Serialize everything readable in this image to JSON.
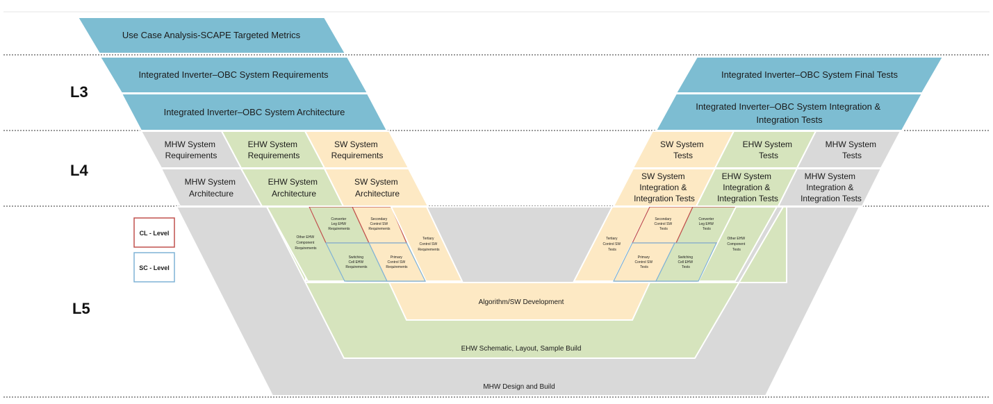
{
  "levels": {
    "l3": "L3",
    "l4": "L4",
    "l5": "L5"
  },
  "legend": {
    "cl": "CL - Level",
    "sc": "SC - Level"
  },
  "top": {
    "use_case": "Use Case Analysis-SCAPE Targeted Metrics",
    "sys_req": "Integrated Inverter–OBC System Requirements",
    "sys_arch": "Integrated Inverter–OBC System Architecture",
    "final_tests": "Integrated Inverter–OBC System Final Tests",
    "integ_tests_1": "Integrated Inverter–OBC System Integration &",
    "integ_tests_2": "Integration Tests"
  },
  "l4_left": {
    "mhw_req_1": "MHW System",
    "mhw_req_2": "Requirements",
    "ehw_req_1": "EHW System",
    "ehw_req_2": "Requirements",
    "sw_req_1": "SW System",
    "sw_req_2": "Requirements",
    "mhw_arch_1": "MHW System",
    "mhw_arch_2": "Architecture",
    "ehw_arch_1": "EHW System",
    "ehw_arch_2": "Architecture",
    "sw_arch_1": "SW System",
    "sw_arch_2": "Architecture"
  },
  "l4_right": {
    "sw_tests_1": "SW System",
    "sw_tests_2": "Tests",
    "ehw_tests_1": "EHW System",
    "ehw_tests_2": "Tests",
    "mhw_tests_1": "MHW System",
    "mhw_tests_2": "Tests",
    "sw_integ_1": "SW System",
    "sw_integ_2": "Integration &",
    "sw_integ_3": "Integration Tests",
    "ehw_integ_1": "EHW System",
    "ehw_integ_2": "Integration &",
    "ehw_integ_3": "Integration Tests",
    "mhw_integ_1": "MHW System",
    "mhw_integ_2": "Integration &",
    "mhw_integ_3": "Integration Tests"
  },
  "l5_left": {
    "other_ehw_1": "Other EHW",
    "other_ehw_2": "Component",
    "other_ehw_3": "Requirements",
    "conv_leg_1": "Converter",
    "conv_leg_2": "Leg EHW",
    "conv_leg_3": "Requirements",
    "sec_ctrl_1": "Secondary",
    "sec_ctrl_2": "Control SW",
    "sec_ctrl_3": "Requirements",
    "tert_ctrl_1": "Tertiary",
    "tert_ctrl_2": "Control SW",
    "tert_ctrl_3": "Requirements",
    "switch_cell_1": "Switching",
    "switch_cell_2": "Cell EHW",
    "switch_cell_3": "Requirements",
    "prim_ctrl_1": "Primary",
    "prim_ctrl_2": "Control SW",
    "prim_ctrl_3": "Requirements"
  },
  "l5_right": {
    "tert_ctrl_1": "Tertiary",
    "tert_ctrl_2": "Control SW",
    "tert_ctrl_3": "Tests",
    "sec_ctrl_1": "Secondary",
    "sec_ctrl_2": "Control SW",
    "sec_ctrl_3": "Tests",
    "conv_leg_1": "Converter",
    "conv_leg_2": "Leg EHW",
    "conv_leg_3": "Tests",
    "other_ehw_1": "Other EHW",
    "other_ehw_2": "Component",
    "other_ehw_3": "Tests",
    "prim_ctrl_1": "Primary",
    "prim_ctrl_2": "Control SW",
    "prim_ctrl_3": "Tests",
    "switch_cell_1": "Switching",
    "switch_cell_2": "Cell EHW",
    "switch_cell_3": "Tests"
  },
  "bottom": {
    "algo": "Algorithm/SW Development",
    "ehw_build": "EHW Schematic, Layout, Sample Build",
    "mhw_build": "MHW Design and Build"
  },
  "colors": {
    "blue": "#7dbdd2",
    "gray": "#d9d9d9",
    "green": "#d6e4bd",
    "yellow": "#fde9c4",
    "cl_border": "#c0504d",
    "sc_border": "#7fb2d6"
  }
}
